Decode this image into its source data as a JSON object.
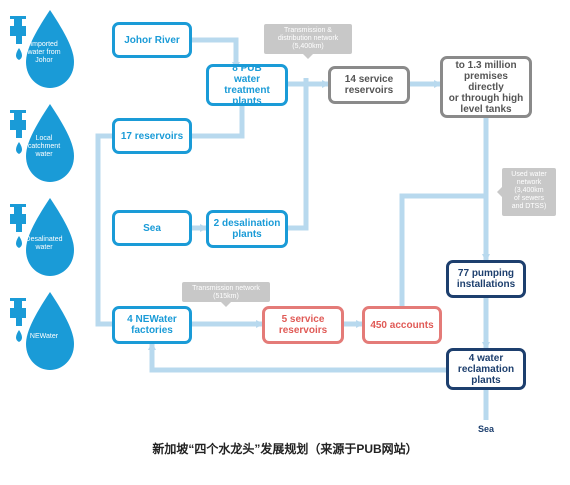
{
  "sources": [
    {
      "label": "Imported\nwater from\nJohor"
    },
    {
      "label": "Local\ncatchment\nwater"
    },
    {
      "label": "Desalinated\nwater"
    },
    {
      "label": "NEWater"
    }
  ],
  "nodes": {
    "johor_river": "Johor River",
    "pub_plants": "8 PUB\nwater treatment\nplants",
    "reservoirs_17": "17 reservoirs",
    "sea": "Sea",
    "desalination": "2 desalination\nplants",
    "service_reservoirs_14": "14 service\nreservoirs",
    "premises": "to 1.3 million\npremises directly\nor through high\nlevel tanks",
    "newater_factories": "4 NEWater\nfactories",
    "newater_service_reservoirs": "5 service\nreservoirs",
    "accounts": "450 accounts",
    "pumping": "77 pumping\ninstallations",
    "reclamation": "4 water\nreclamation\nplants",
    "sea_outfall": "Sea"
  },
  "callouts": {
    "transmission_distribution": "Transmission &\ndistribution network\n(5,400km)",
    "transmission_newater": "Transmission network\n(515km)",
    "used_water": "Used water\nnetwork\n(3,400km\nof sewers\nand DTSS)"
  },
  "caption": "新加坡“四个水龙头”发展规划（来源于PUB网站）",
  "colors": {
    "cyan": "#1a9bd7",
    "grey": "#8a8a8a",
    "pink": "#e47b78",
    "navy": "#1d3f6e",
    "pipe": "#b8d9ee"
  },
  "icons": [
    "faucet-drop-icon"
  ]
}
